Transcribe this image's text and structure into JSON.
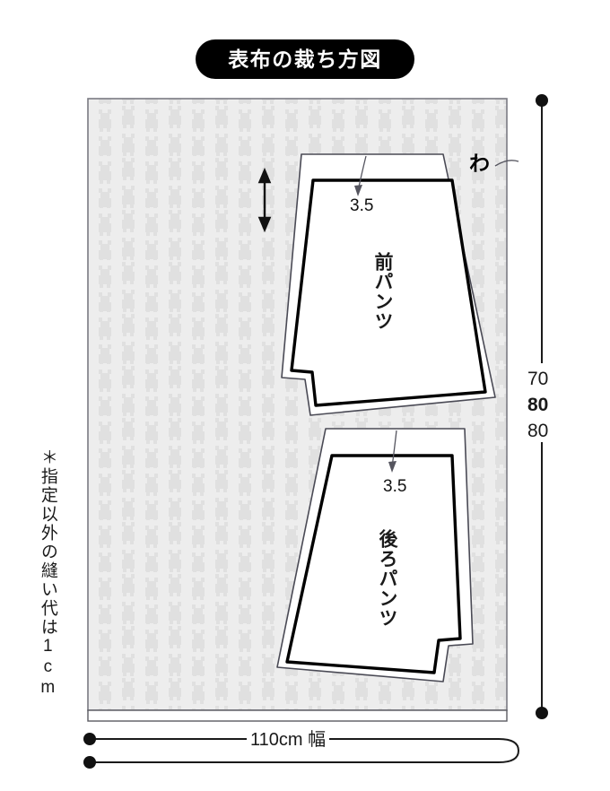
{
  "title": {
    "text": "表布の裁ち方図"
  },
  "fabric": {
    "motif": "teddy-bear",
    "motif_color": "#e2e2e2",
    "background_color": "#ededed",
    "selvage_color": "#ffffff"
  },
  "pieces": [
    {
      "id": "front-pants",
      "name": "前パンツ",
      "seam_allowance": "3.5",
      "fill": "#ffffff"
    },
    {
      "id": "back-pants",
      "name": "後ろパンツ",
      "seam_allowance": "3.5",
      "fill": "#ffffff"
    }
  ],
  "marks": {
    "fold": "わ",
    "grain_arrow": "grain-arrow-icon"
  },
  "measurements": {
    "vertical": [
      "70",
      "80",
      "80"
    ],
    "vertical_bold_index": 1,
    "width": "110cm 幅"
  },
  "note": "＊指定以外の縫い代は1cm",
  "colors": {
    "ink": "#1a1a1a",
    "outline": "#000000",
    "cut_line": "#3a3a46",
    "title_bg": "#000000",
    "title_fg": "#ffffff"
  }
}
